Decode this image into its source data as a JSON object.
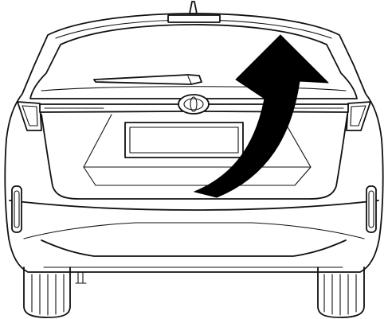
{
  "illustration": {
    "subject": "car-rear-view",
    "style": "black line art on white",
    "arrow_color": "#000000",
    "line_color": "#111111",
    "background_color": "#ffffff",
    "emblem": "toyota-logo"
  }
}
